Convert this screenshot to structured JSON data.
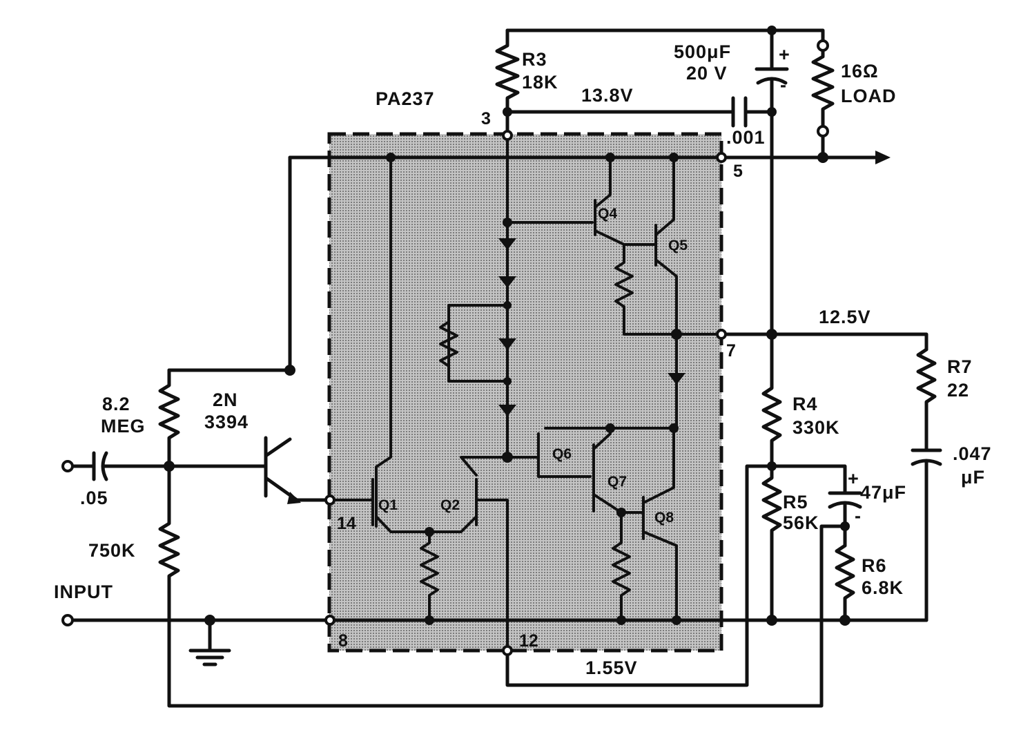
{
  "ic": {
    "name": "PA237",
    "pins": {
      "p3": "3",
      "p5": "5",
      "p7": "7",
      "p14": "14",
      "p8": "8",
      "p12": "12"
    }
  },
  "components": {
    "r3": {
      "ref": "R3",
      "value": "18K"
    },
    "c_out": {
      "value": "500μF",
      "voltage": "20 V",
      "plus": "+",
      "minus": "-"
    },
    "load": {
      "value": "16Ω",
      "label": "LOAD"
    },
    "c_bypass": {
      "value": ".001"
    },
    "r7": {
      "ref": "R7",
      "value": "22"
    },
    "r4": {
      "ref": "R4",
      "value": "330K"
    },
    "c_047": {
      "value": ".047",
      "unit": "μF"
    },
    "c_47": {
      "value": "47μF",
      "plus": "+",
      "minus": "-"
    },
    "r5": {
      "ref": "R5",
      "value": "56K"
    },
    "r6": {
      "ref": "R6",
      "value": "6.8K"
    },
    "r_bias_top": {
      "value": "8.2",
      "unit": "MEG"
    },
    "r_bias_bot": {
      "value": "750K"
    },
    "c_in": {
      "value": ".05"
    },
    "transistor": {
      "line1": "2N",
      "line2": "3394"
    }
  },
  "voltages": {
    "v_pin3": "13.8V",
    "v_pin7": "12.5V",
    "v_pin12": "1.55V"
  },
  "internal": {
    "q1": "Q1",
    "q2": "Q2",
    "q4": "Q4",
    "q5": "Q5",
    "q6": "Q6",
    "q7": "Q7",
    "q8": "Q8"
  },
  "input_label": "INPUT",
  "colors": {
    "ink": "#111111",
    "ic_fill": "#b8b8b8",
    "background": "#ffffff"
  }
}
